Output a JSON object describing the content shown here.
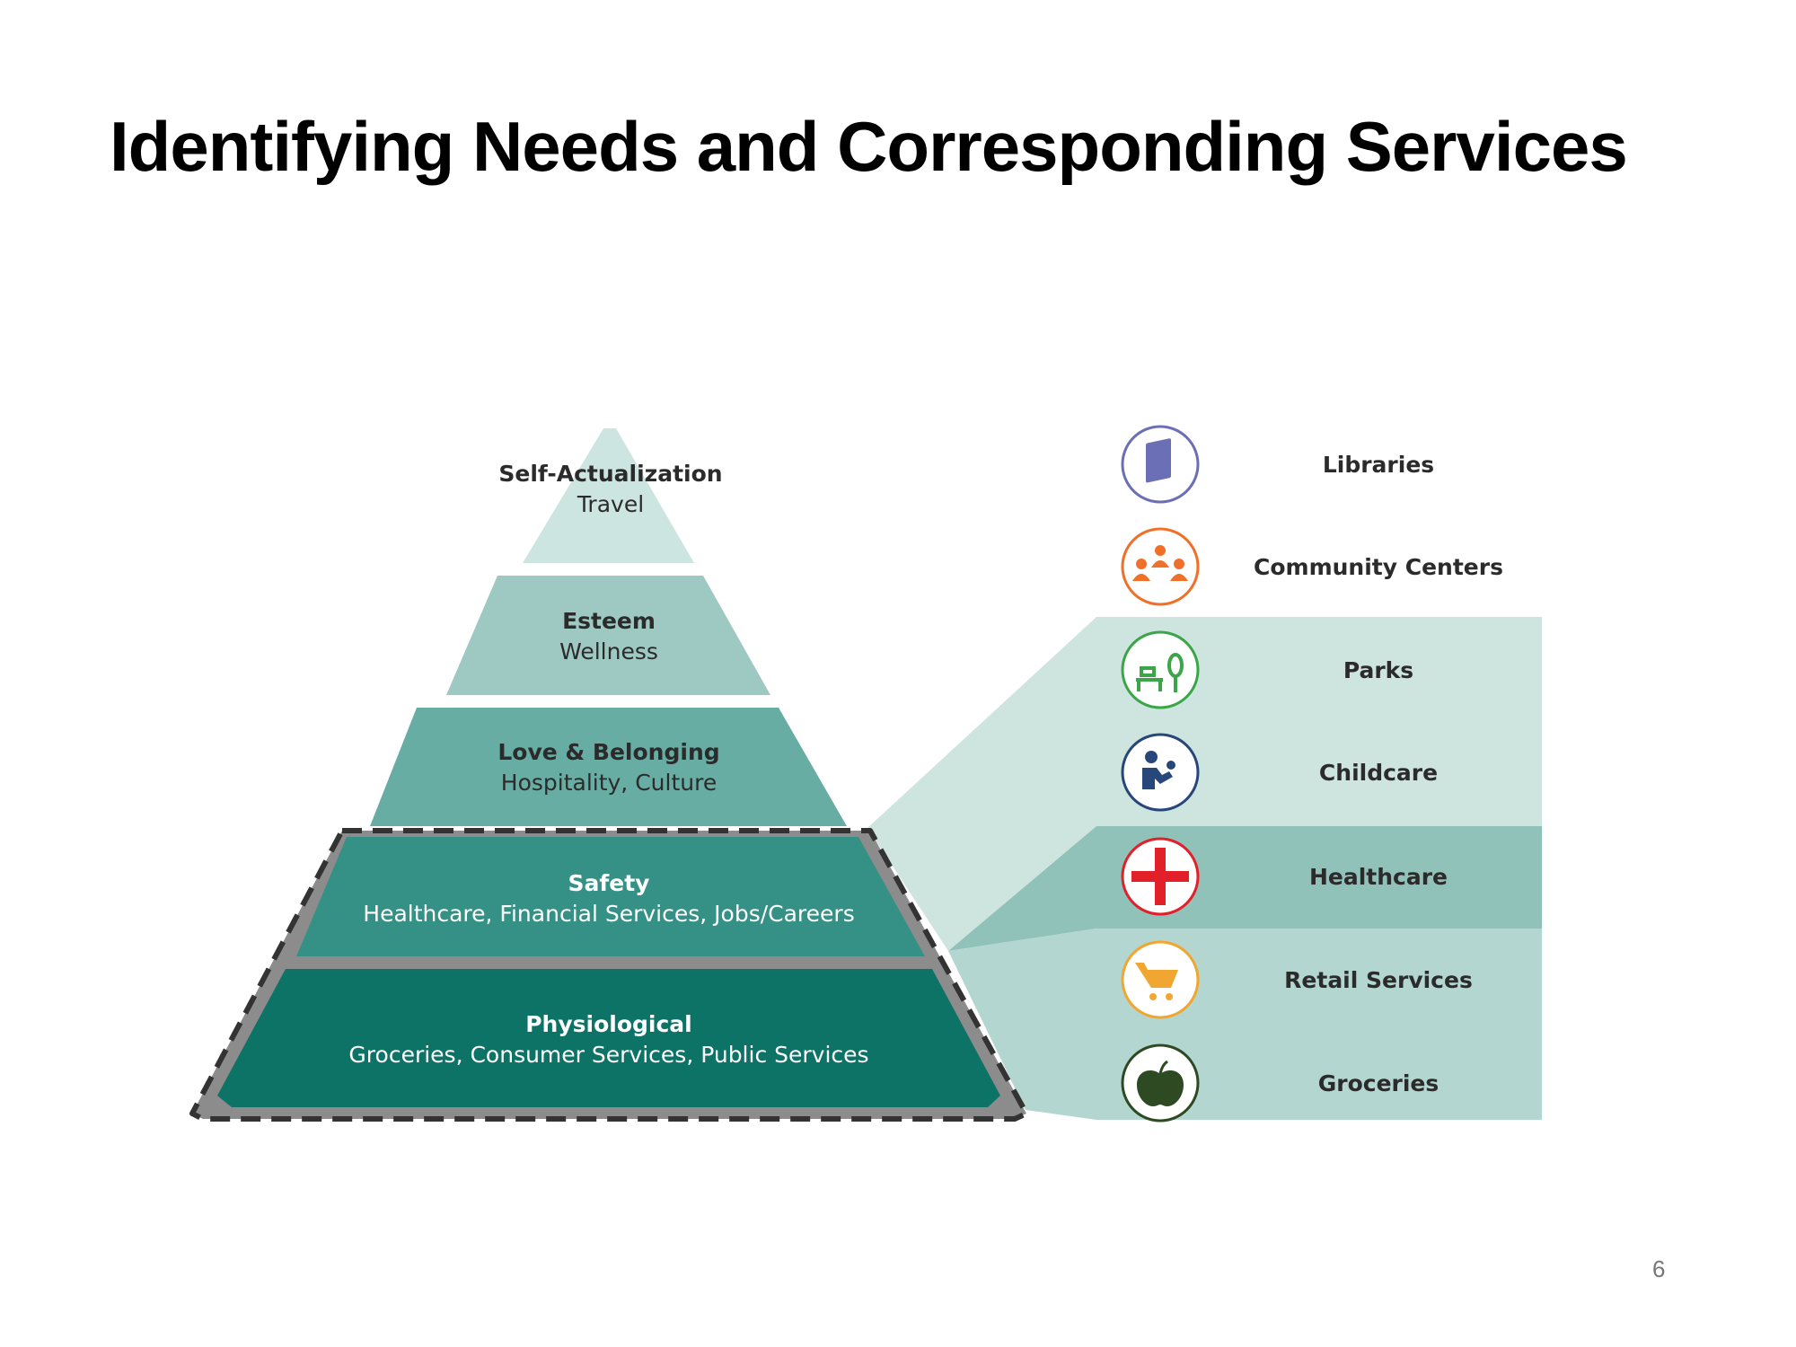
{
  "title": "Identifying Needs and Corresponding Services",
  "pyramid": [
    {
      "name": "Self-Actualization",
      "services": "Travel",
      "color": "#cde5e0"
    },
    {
      "name": "Esteem",
      "services": "Wellness",
      "color": "#9ec9c2"
    },
    {
      "name": "Love & Belonging",
      "services": "Hospitality, Culture",
      "color": "#68ada3"
    },
    {
      "name": "Safety",
      "services": "Healthcare, Financial Services, Jobs/Careers",
      "color": "#359185"
    },
    {
      "name": "Physiological",
      "services": "Groceries, Consumer Services, Public Services",
      "color": "#0d7366"
    }
  ],
  "services": [
    {
      "label": "Libraries",
      "icon": "book-icon",
      "color": "#6b6fb5"
    },
    {
      "label": "Community Centers",
      "icon": "people-group-icon",
      "color": "#f07029"
    },
    {
      "label": "Parks",
      "icon": "park-bench-tree-icon",
      "color": "#3aa648"
    },
    {
      "label": "Childcare",
      "icon": "parent-child-icon",
      "color": "#27477a"
    },
    {
      "label": "Healthcare",
      "icon": "medical-cross-icon",
      "color": "#e2202a"
    },
    {
      "label": "Retail Services",
      "icon": "shopping-cart-icon",
      "color": "#f0a630"
    },
    {
      "label": "Groceries",
      "icon": "apple-icon",
      "color": "#2d4a22"
    }
  ],
  "page_number": "6"
}
